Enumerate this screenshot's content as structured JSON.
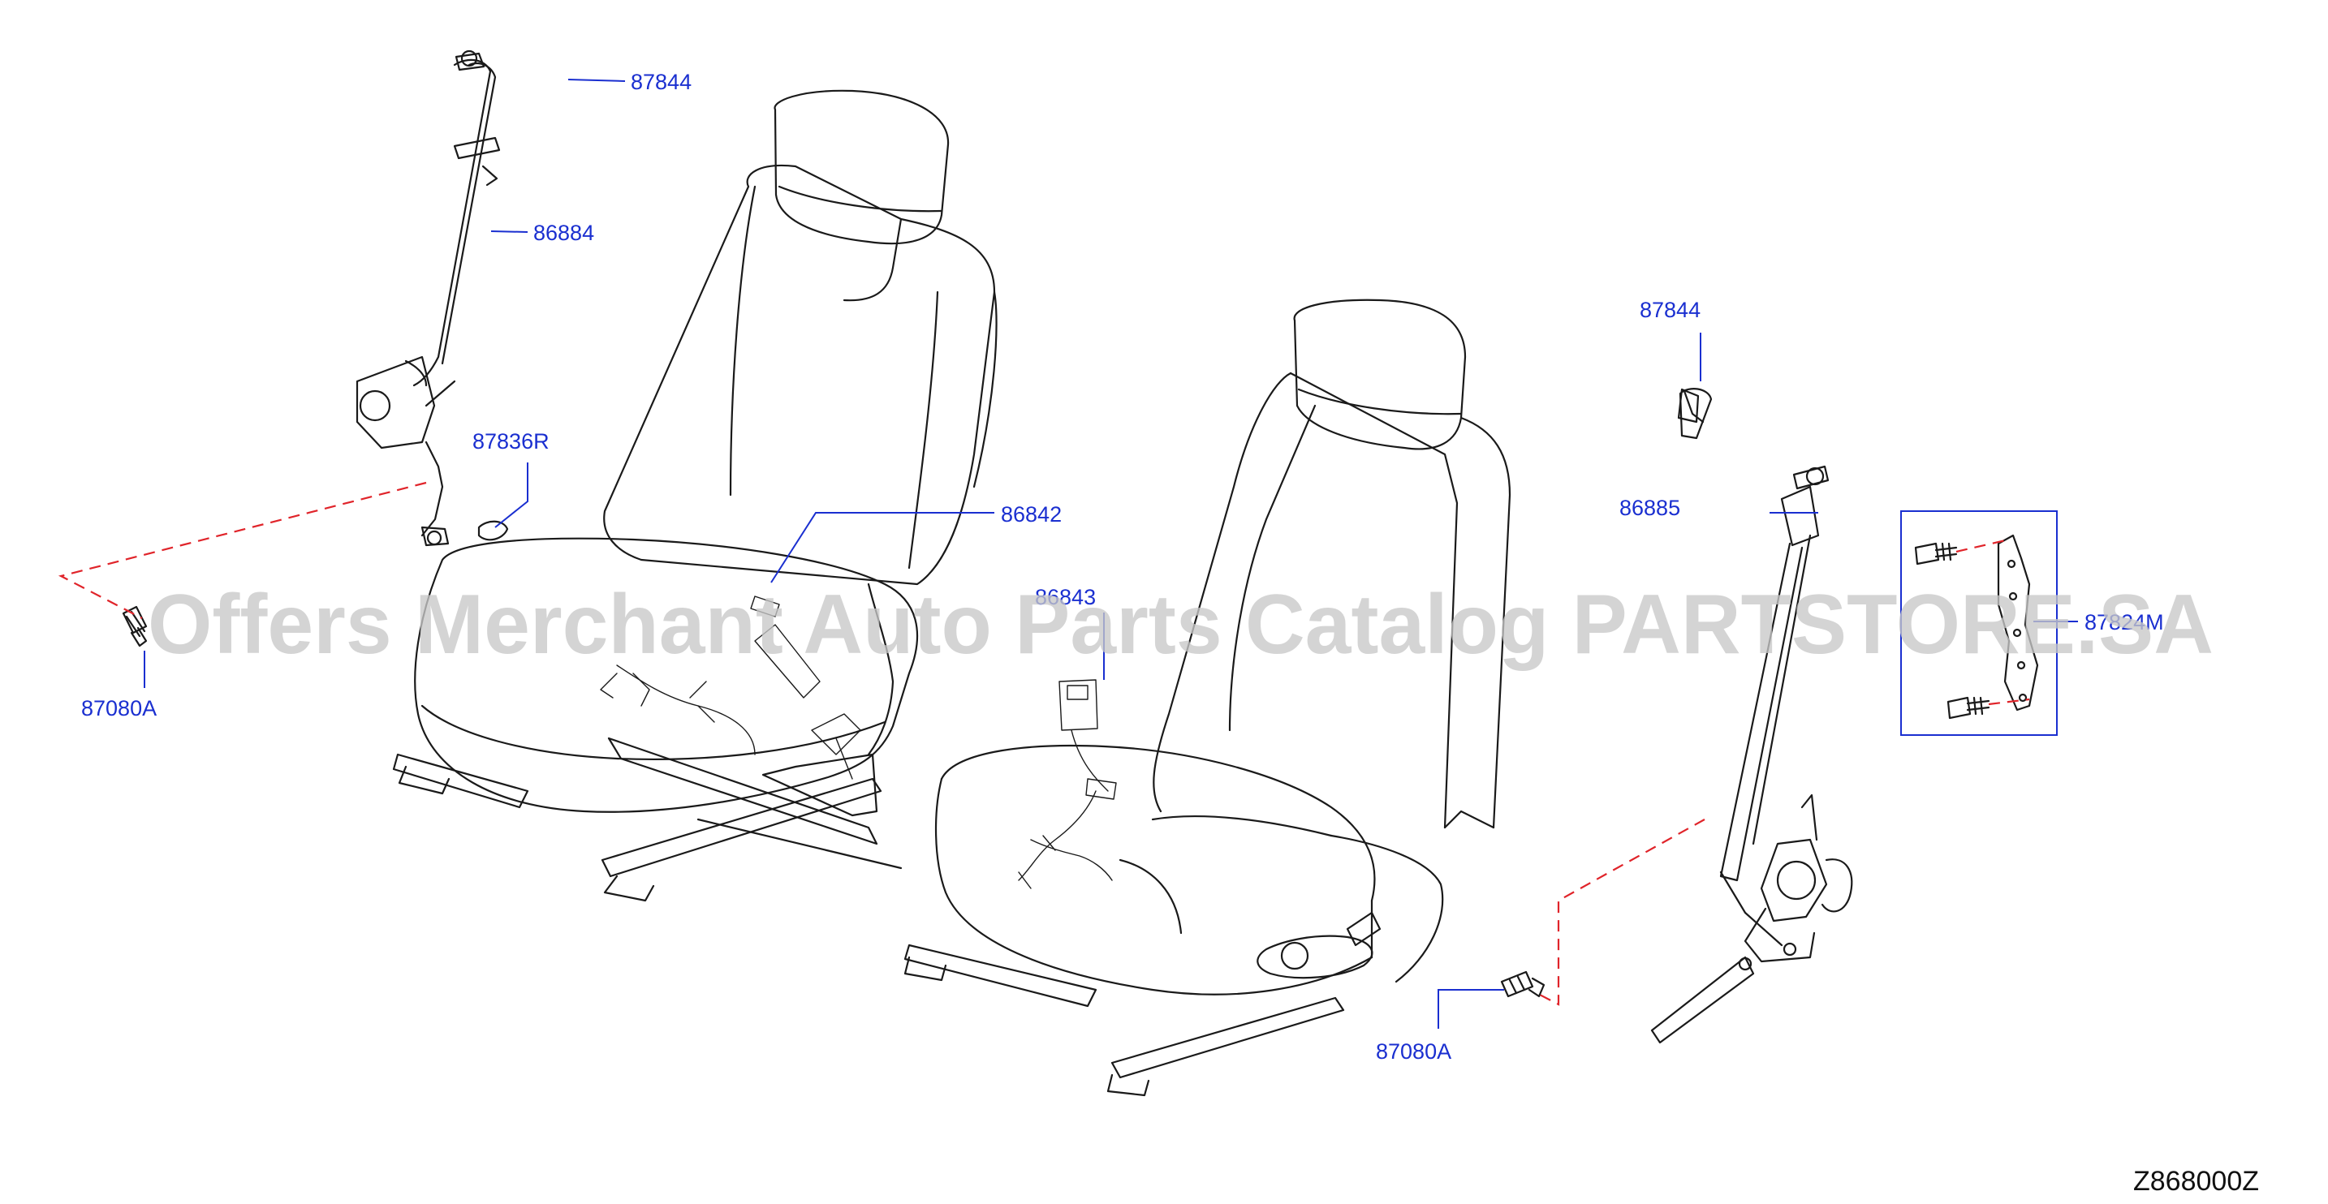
{
  "callouts": {
    "p87844_left": "87844",
    "p86884": "86884",
    "p87836r": "87836R",
    "p86842": "86842",
    "p87080a_left": "87080A",
    "p86843": "86843",
    "p87844_right": "87844",
    "p86885": "86885",
    "p87824m": "87824M",
    "p87080a_right": "87080A"
  },
  "diagram_code": "Z868000Z",
  "watermark": "Offers Merchant Auto Parts Catalog PARTSTORE.SA",
  "colors": {
    "callout": "#1a2fd0",
    "dashed_guide": "#e0242a",
    "line_art": "#1a1a1a"
  }
}
